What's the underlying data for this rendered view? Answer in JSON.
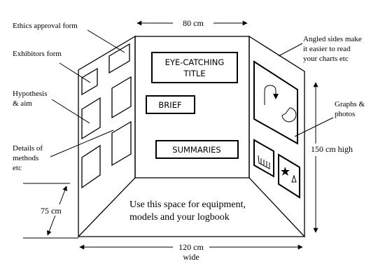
{
  "labels": {
    "ethics": "Ethics approval form",
    "exhibitors": "Exhibitors form",
    "hypothesis": [
      "Hypothesis",
      "& aim"
    ],
    "methods": [
      "Details of",
      "methods",
      "etc"
    ],
    "angled": [
      "Angled sides make",
      "it easier to read",
      "your charts etc"
    ],
    "graphs": [
      "Graphs &",
      "photos"
    ]
  },
  "panel_boxes": {
    "title": [
      "EYE-CATCHING",
      "TITLE"
    ],
    "brief": "BRIEF",
    "summaries": "SUMMARIES"
  },
  "floor_text": [
    "Use this space for equipment,",
    "models and your logbook"
  ],
  "dimensions": {
    "top_width": "80 cm",
    "height": "150 cm high",
    "depth": "75 cm",
    "bottom_width": [
      "120 cm",
      "wide"
    ]
  }
}
